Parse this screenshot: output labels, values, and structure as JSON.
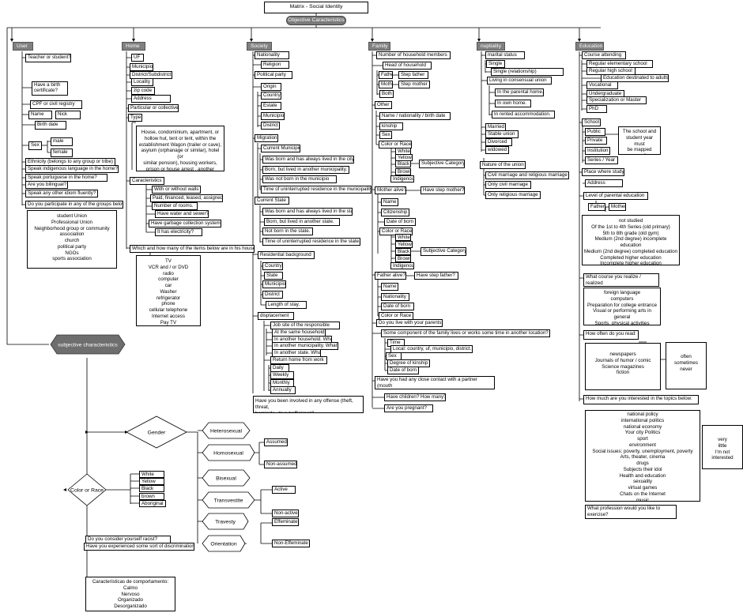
{
  "title": "Matrix - Social Identity",
  "objective": "Objective Caracteristics",
  "user": {
    "header": "User",
    "items": [
      "Teacher or student?",
      "Have a birth certificate?",
      "CPF or civil registry",
      "Name",
      "Nick",
      "Birth date",
      "Sex",
      "male",
      "female",
      "Ethnicity (belongs to any group or tribe)",
      "Speak indigenous language in the home?",
      "Speak portuguese in the home?",
      "Are you bilingual?",
      "Speak any other idiom fluently?",
      "Do you participate in any of the groups below:"
    ],
    "groups": "student Union\nProfessional Union\nNeighborhood group or community\nassociation\nchurch\npolitical party\nNGOs\nsports association"
  },
  "home": {
    "header": "Home",
    "items": [
      "UF",
      "Municipio",
      "District/Subdistrict",
      "Locality",
      "zip code",
      "Address",
      "Particular or collective?",
      "Type"
    ],
    "type_desc": "House, condominium, apartment, or\nhollow hut, tent or tent, within the\nestablishment Wagon (trailer or cave),\nasylum (orphanage or similar), hotel (or\nsimilar pension), housing workers,\nprison or house arrest , another\nresident.",
    "char_label": "Caracteristics",
    "chars": [
      "With or without walls",
      "Paid, financed, leased, assigned.",
      "Number of rooms.",
      "Have water and sewer?",
      "Have garbage collection system?",
      "It has electricity?"
    ],
    "items_question": "Which and how many of the items below are in his house?",
    "items_list": "TV\nVCR and / or DVD\nradio\ncomputer\ncar\nWasher\nrefrigerator\nphone\ncellular telephone\nInternet access\nPay TV"
  },
  "society": {
    "header": "Society",
    "items": [
      "Nationality",
      "Religion",
      "Political party",
      "Origin",
      "Country",
      "Estate",
      "Municipio",
      "District",
      "Migration",
      "Current Municipio",
      "Was born and has always lived in the city.",
      "Born, but lived in another municipality.",
      "Was not born in the municipio",
      "Time of uninterrupted residence in the municipality",
      "Current State",
      "Was born and has always lived in the state.",
      "Born, but lived in another state.",
      "Not born in the state.",
      "Time of uninterrupted residence in the state.",
      "Residential background",
      "Country",
      "State",
      "Municipio",
      "District",
      "Length of stay.",
      "displacement",
      "Job site of the responsible",
      "At the same household",
      "In another household. What?",
      "In another municipality. What?",
      "In another state. What?",
      "Return home from work",
      "Daily",
      "Weekly",
      "Monthly",
      "Annually"
    ],
    "offense": "Have you been involved in any offense (theft, threat,\nhomicide, drug trafficking)?"
  },
  "family": {
    "header": "Family",
    "items": [
      "Number of household members",
      "Head of household",
      "Father",
      "Step father",
      "Mother",
      "Step mother",
      "Both",
      "Other",
      "Name / nationality / birth date",
      "kinship",
      "Sex",
      "Color or Race",
      "White",
      "Yellow",
      "Black",
      "Brown",
      "Indigenous",
      "Subjective Category",
      "Mother alive?",
      "Have step mother?",
      "Name",
      "Citizenship",
      "Date of born",
      "Color or Race",
      "White",
      "Yellow",
      "Black",
      "Brown",
      "Indigenous",
      "Subjective Category",
      "Father alive?",
      "Have step father?",
      "Name",
      "Nationality",
      "Date of born",
      "Color or Race",
      "Do you live with your parents",
      "Some component of the family lives or works some time in another location?",
      "Time",
      "Local: country, uf, municipio, district.",
      "Sex",
      "Degree of kinship",
      "Date of born",
      "Have you had any close contact with a partner (mouth\nkissing or sex)?",
      "Have children? How many?",
      "Are you pregnant?"
    ]
  },
  "nuptiality": {
    "header": "nuptiality",
    "items": [
      "marital status",
      "Single",
      "Single (relationship)",
      "Living in consensual union",
      "In the parental home.",
      "In own home.",
      "In rented accommodation.",
      "Married",
      "Stable union",
      "Divorced",
      "widowed",
      "Nature of the union",
      "Civil marriage and religious marriage",
      "Only civil marriage",
      "Only religious marriage"
    ]
  },
  "education": {
    "header": "Education",
    "items": [
      "Course attending",
      "Regular elementary school",
      "Regular high school",
      "Education destinated to adults",
      "Vocational",
      "Undergraduate",
      "Specialization or Master",
      "PhD",
      "School",
      "Public",
      "Private",
      "Institution",
      "Series / Year",
      "Address",
      "Place where study",
      "Level of parental education",
      "Father",
      "Mother"
    ],
    "school_note": "The school and\nstudent year must\nbe mapped\nannually",
    "levels": "not studied\nOf the  1st to 4th Series (old primary)\n5th to 8th grade (old gym)\nMedium (2nd degree) incomplete education\nMedium (2nd degree) completed education\nCompleted higher education\nIncomplete higher education\nPostgraduate",
    "course_q": "What course you realize / realized\nout of school?",
    "courses": "foreign language\ncomputers\nPreparation for college entrance\nVisual or performing arts in general\nSports, physical activities\nnone",
    "read_q": "How often do you read:",
    "reads": "newspapers\nJournals of humor / comic\nScience magazines\nfiction",
    "freq": "often\nsometimes\nnever",
    "interest_q": "How much are you interested in the topics below:",
    "topics": "national policy\ninternational politics\nnational economy\nYour city Politics\nsport\nenvironment\nSocial issues: poverty, unemployment, poverty\nArts, theater, cinema\ndrugs\nSubjects their idol\nHealth and education\nsexuality\nvirtual games\nChats on the Internet\nmusic",
    "interest_levels": "very\nlittle\nI'm not interested",
    "profession_q": "What profession would you like to\nexercise?"
  },
  "subjective": {
    "label": "subjective characteristics",
    "gender": "Gender",
    "color_race": "Color or Race",
    "colors": [
      "White",
      "Yellow",
      "Black",
      "brown",
      "Aboriginal"
    ],
    "hexes": [
      "Heterosexual",
      "Homosexual",
      "Bisexual",
      "Transvestite",
      "Travesty",
      "Orientation"
    ],
    "assumed": "Assumed",
    "non_assumed": "Non-assumed",
    "active": "Active",
    "non_active": "Non-active",
    "effeminate": "Effeminate",
    "non_effeminate": "Non-Effeminate",
    "racist_q": "Do you consider yourself racist?",
    "discrim_q": "Have you experienced some sort of discrimination?",
    "behavior": "Características de comportamento:\nCalmo\nNervoso\nOrganizado\nDesorganizado"
  }
}
